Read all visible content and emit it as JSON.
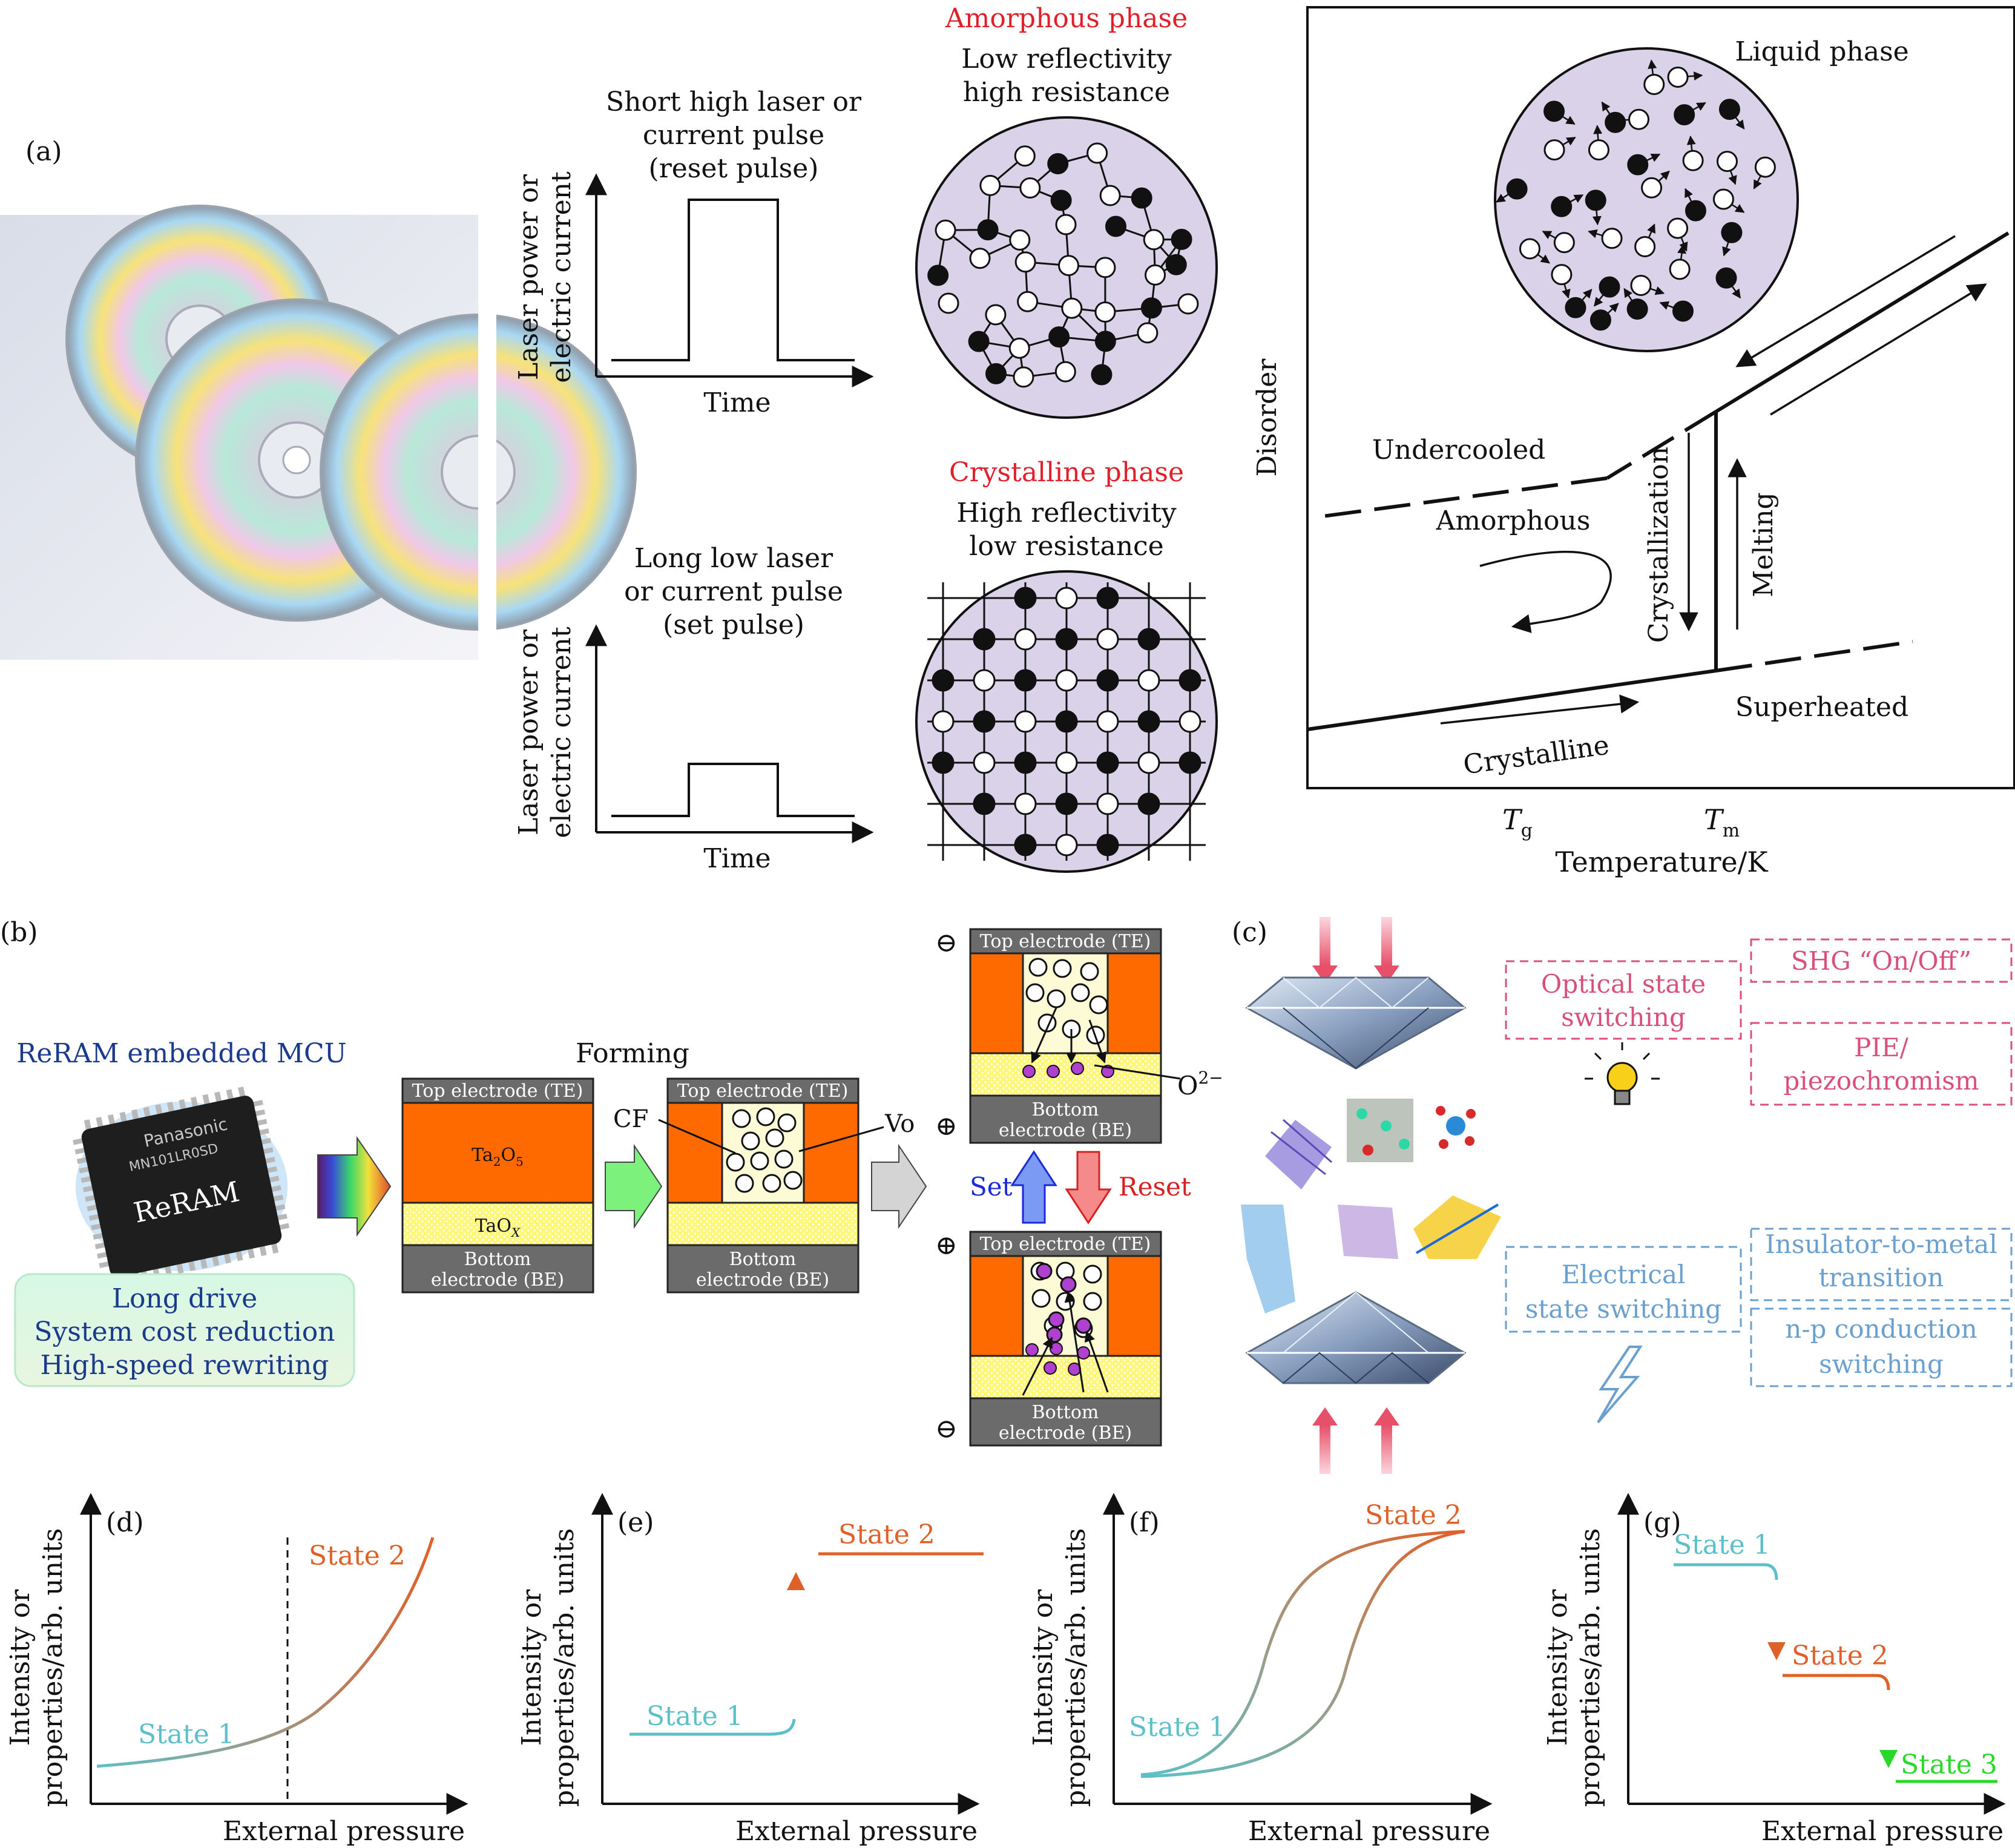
{
  "panel_labels": {
    "a": "(a)",
    "b": "(b)",
    "c": "(c)",
    "d": "(d)",
    "e": "(e)",
    "f": "(f)",
    "g": "(g)"
  },
  "panel_a": {
    "pulse_reset": {
      "line1": "Short high laser or",
      "line2": "current pulse",
      "line3": "(reset pulse)"
    },
    "pulse_set": {
      "line1": "Long low laser",
      "line2": "or current pulse",
      "line3": "(set pulse)"
    },
    "ylabel_line1": "Laser power or",
    "ylabel_line2": "electric current",
    "xlabel": "Time",
    "amorphous": {
      "title": "Amorphous phase",
      "line1": "Low reflectivity",
      "line2": "high resistance"
    },
    "crystalline": {
      "title": "Crystalline phase",
      "line1": "High reflectivity",
      "line2": "low resistance"
    },
    "phase_diagram": {
      "liquid": "Liquid phase",
      "undercooled": "Undercooled",
      "amorphous": "Amorphous",
      "crystallization": "Crystallization",
      "melting": "Melting",
      "superheated": "Superheated",
      "crystalline": "Crystalline",
      "ylabel": "Disorder",
      "tg": "T",
      "tg_sub": "g",
      "tm": "T",
      "tm_sub": "m",
      "xlabel": "Temperature/K"
    }
  },
  "panel_b": {
    "mcu_title": "ReRAM embedded MCU",
    "chip_brand": "Panasonic",
    "chip_model": "MN101LR0SD",
    "chip_name": "ReRAM",
    "benefits": [
      "Long drive",
      "System cost reduction",
      "High-speed rewriting"
    ],
    "forming": "Forming",
    "top_electrode": "Top electrode (TE)",
    "bottom_electrode_1": "Bottom",
    "bottom_electrode_2": "electrode (BE)",
    "ta2o5": "Ta",
    "ta2o5_sub": "2",
    "ta2o5_tail": "O",
    "ta2o5_sub2": "5",
    "taox": "TaO",
    "taox_sub": "X",
    "cf": "CF",
    "vo": "Vo",
    "o2": "O",
    "o2_sup": "2−",
    "set": "Set",
    "reset": "Reset",
    "minus": "⊖",
    "plus": "⊕"
  },
  "panel_c": {
    "optical": {
      "line1": "Optical state",
      "line2": "switching"
    },
    "shg": "SHG “On/Off”",
    "pie": {
      "line1": "PIE/",
      "line2": "piezochromism"
    },
    "electrical": {
      "line1": "Electrical",
      "line2": "state switching"
    },
    "imt": {
      "line1": "Insulator-to-metal",
      "line2": "transition"
    },
    "np": {
      "line1": "n-p conduction",
      "line2": "switching"
    }
  },
  "bottom_panels": {
    "ylabel_line1": "Intensity or",
    "ylabel_line2": "properties/arb. units",
    "xlabel": "External pressure",
    "state1": "State 1",
    "state2": "State 2",
    "state3": "State 3"
  },
  "colors": {
    "red_title": "#e0202a",
    "blue_title": "#1a3a8c",
    "pink": "#d9507a",
    "light_blue": "#6aa0d0",
    "teal": "#5cc0c8",
    "orange": "#e0602a",
    "green": "#2ad82a",
    "electrode_orange": "#ff6a00",
    "electrode_gray": "#6b6b6b",
    "circle_fill": "#d9d2e8",
    "taox_yellow": "#fff77a"
  }
}
